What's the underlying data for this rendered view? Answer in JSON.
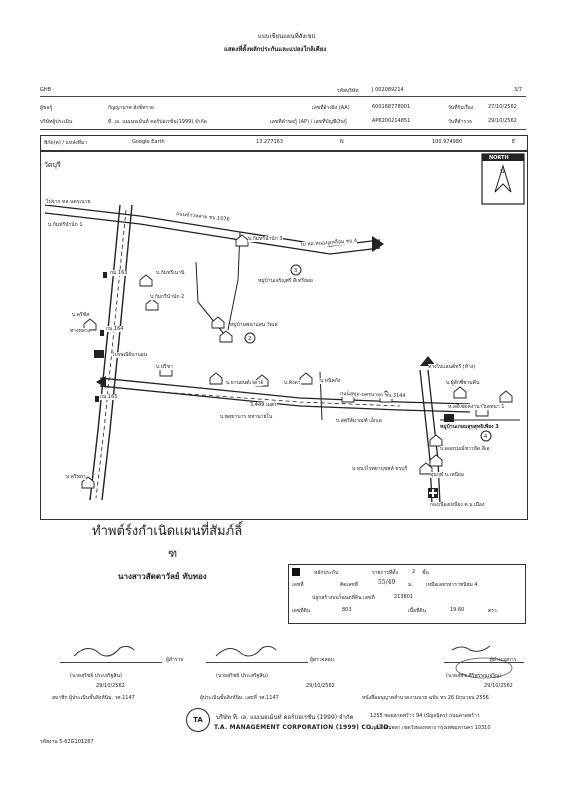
{
  "header": {
    "title1": "แบบเขียนแผนที่สังเขป",
    "title2": "แสดงที่ตั้งหลักประกันและแปลงใกล้เคียง",
    "company_code": "GHB",
    "report_no_label": "รหัสบริษัท",
    "report_no": "J 002089214",
    "page": "3/7"
  },
  "info": {
    "owner_label": "ผู้ขอกู้",
    "owner": "กัญญามาศ สังข์ทราย",
    "loan_no_label": "เลขที่อ้างอิง (AA)",
    "loan_no": "600168778001",
    "receive_date_label": "วันที่รับเรื่อง",
    "receive_date": "27/10/2562",
    "appraiser_label": "บริษัทผู้ประเมิน",
    "appraiser": "ที. เอ. แมเนจเม้นท์ คอร์ปอเรชั่น(1999) จำกัด",
    "ref_label": "เลขที่คำขอกู้ (AP) / เลขที่บัญชีเงินกู้",
    "ref": "AP6200214851",
    "survey_date_label": "วันที่สำรวจ",
    "survey_date": "29/10/2562"
  },
  "coords": {
    "label": "พิกัด(ค) / แหล่งที่มา",
    "source": "Google Earth",
    "lat": "13.277163",
    "lat_dir": "N",
    "lon": "100.974980",
    "lon_dir": "E"
  },
  "compass": {
    "label": "NORTH",
    "n": "น"
  },
  "map": {
    "corner_note": "วัดบุรี",
    "road_left_top": "ไปจาก ทล.นครเนาย",
    "road_main": "ถนนข้าวหลาม ชบ.1076",
    "road_right": "ไป ทล.หนองงูเหลือม ชบ.4",
    "km163": "กม.163",
    "km164": "กม.164",
    "km165": "กม.165",
    "house1": "บ.กัมทรีนำนัก 3",
    "house2": "บ.กัมทรีเนานิ",
    "house3": "บ.กัมกรีนำนัก 2",
    "village1": "หมู่บ้านเจริญศรี ดีเทรีย่อย",
    "village2": "หมู่บ้านพนาแสน วัดเล่",
    "marker2": "2",
    "marker3": "3",
    "hwy": "ทางหลวง",
    "post": "ไปรษณีย์นาบอน",
    "lbl_a": "บ.ปรีชา",
    "lbl_b": "บ.ยานยนต์เว่ดาจ์",
    "lbl_c": "บ.คิงดา",
    "lbl_d": "บ.หนิคกัง",
    "lbl_e": "บ.พสุขานาร ทหานายใน",
    "lbl_f": "บ.สตรีส์มาณฑ์ เอ็กเด",
    "soi": "3,449 เมตร",
    "road_mid": "ถนนสุขุม-นครนายก ชบ.3144",
    "lbl_g": "ทางไปแลนด์ทรี (ห้าง)",
    "lbl_h": "บ.ผู้สักซี่ชามคีน",
    "lbl_i": "ห.ลดีเชดคงานาวิเดทนา 1",
    "lbl_j": "หมู่บ้านเกษมสุขสุทธิเพียง 3",
    "lbl_k": "บ.ดอยรมณ์ขาวหัด ลีเอ",
    "lbl_l": "บ.หนวไรพยาบุขพห์ ขรบุรี",
    "lbl_m": "ทุนกุฬ บ.เหนียม",
    "lbl_n": "กองเนืองเหนี่ยง ต.บ.เมือง",
    "lbl_o": "บ.ดรีชัส",
    "lbl_p": "บ.ดรีทยา",
    "marker4": "4",
    "lbl_q": "บ.กัมทรีนำนัก 1"
  },
  "signature": {
    "hand": "ทำพต์ร์งกำเนิดเเผนที่สัมภ์ลิ์",
    "initial": "ฑ",
    "name": "นางสาวสัดดาวัลย์ ทับทอง"
  },
  "legend": {
    "label_collateral": "หลักประกัน",
    "label_items": "รายการที่ตั้ง",
    "items_count": "2",
    "items_unit": "ชั้น",
    "label_no": "เลขที่",
    "label_deed": "ติดเลขที่",
    "deed_value": "55/49",
    "label_sub": "ม.",
    "label_district": "เหมือเลขรหาราชนิยม 4",
    "label_doc": "ปลูกสร้างบนโฉนดที่ดิน เลขที่",
    "doc_no": "213801",
    "label_land": "เลขที่ดิน",
    "land_no": "803",
    "label_area": "เนื้อที่ดิน",
    "area": "19.60",
    "area_unit": "ตรว."
  },
  "signers": {
    "s1_role": "ผู้สำรวจ",
    "s1_name": "(นายสุริชย์ ประเสริฐสิน)",
    "s1_date": "29/10/2562",
    "s1_license": "สมาชิก ผู้ประเมินชั้นสิงห์นิม. วศ.1147",
    "s2_role": "ผู้ตรวจสอบ",
    "s2_name": "(นายสุริชย์ ประเสริฐสิน)",
    "s2_date": "29/10/2562",
    "s2_license": "ผู้ประเมินชั้นสิงห์นิม. เลขที่ วศ.1147",
    "s3_role": "ผู้อำนวยการ",
    "s3_name": "(นายสุชัช ศิริพรรณเจริญ)",
    "s3_date": "29/10/2562",
    "s3_license": "หนังสืออนุญาตสำนาคงานนาย ฉบับ ทร 26 มิถุนายน 2556"
  },
  "footer": {
    "company_th": "บริษัท ที. เอ. แมเนจเม้นท์ คอร์ปอเรชั่น (1999) จำกัด",
    "company_en": "T.A. MANAGEMENT CORPORATION (1999) CO.,LTD.",
    "address1": "1255 ซอยลาดพร้าว 94 (ปัญจมิตร) ถนนลาดพร้าว",
    "address2": "แขวงพลับพลา เขตวังทองหลาง กรุงเทพมหานคร 10310",
    "doc_code": "รหัสงาน 5-62G101287"
  }
}
